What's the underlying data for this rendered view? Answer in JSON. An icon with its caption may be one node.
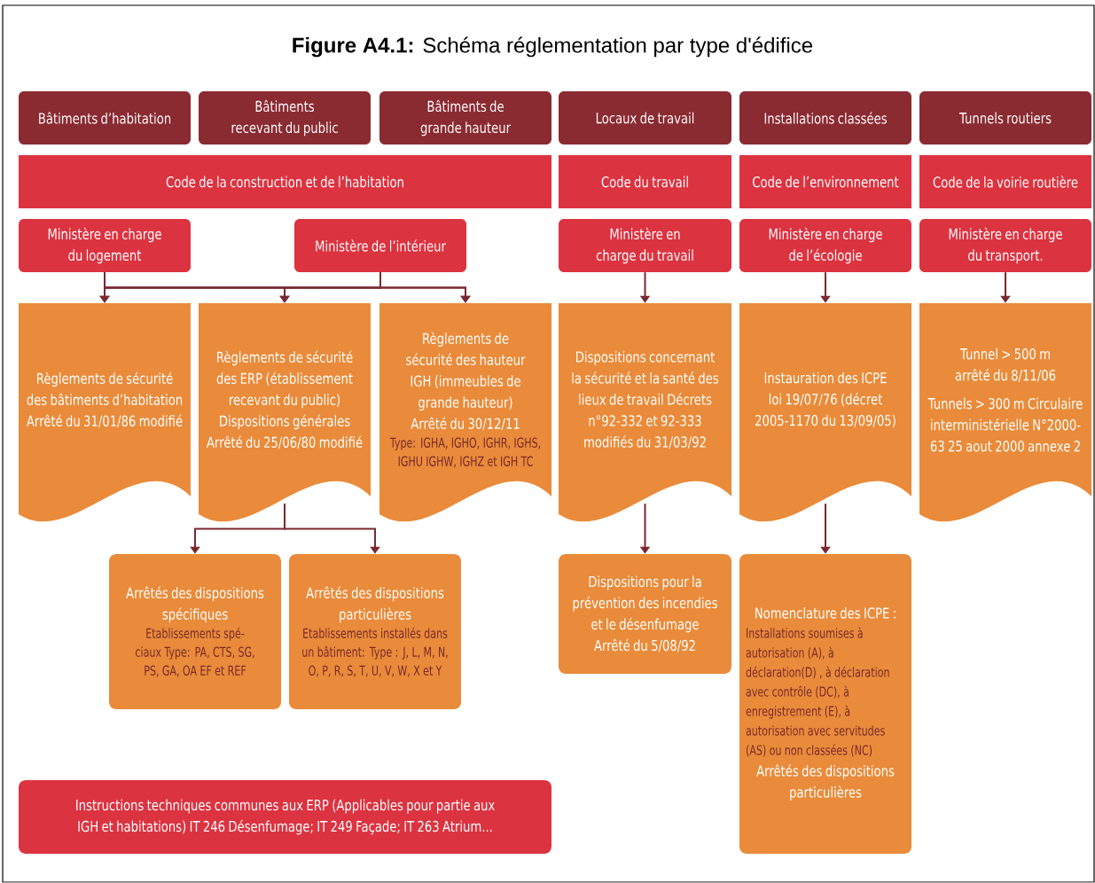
{
  "diagram": {
    "title": "**Figure A4.1:** Schéma réglementation par type d'édifice",
    "nodes": [
      {
        "text": [
          "Bâtiments d’habitation"
        ]
      },
      {
        "text": [
          "Bâtiments recevant du public"
        ]
      },
      {
        "text": [
          "Bâtiments de grande hauteur"
        ]
      },
      {
        "text": [
          "Locaux de travail"
        ]
      },
      {
        "text": [
          "Installations classées"
        ]
      },
      {
        "text": [
          "Tunnels routiers"
        ]
      },
      {
        "text": [
          "Code de la construction et de l’habitation"
        ]
      },
      {
        "text": [
          "Code du travail"
        ]
      },
      {
        "text": [
          "Code de l’environnement"
        ]
      },
      {
        "text": [
          "Code de la voirie routière"
        ]
      },
      {
        "text": [
          "Ministère en charge du logement"
        ]
      },
      {
        "text": [
          "Ministère de l’intérieur"
        ]
      },
      {
        "text": [
          "Ministère en charge du travail"
        ]
      },
      {
        "text": [
          "Ministère en charge de l’écologie"
        ]
      },
      {
        "text": [
          "Ministère en charge du transport."
        ]
      },
      {
        "text": [
          "Règlements de sécurité des bâtiments d’habitation Arrêté du 31/01/86 modifié"
        ]
      },
      {
        "text": [
          "Règlements de sécurité des ERP (établissement recevant du public) Dispositions générales Arrêté du 25/06/80 modifié"
        ]
      },
      {
        "text": [
          "Règlements de sécurité des hauteur IGH (immeubles de grande hauteur) Arrêté du 30/12/11",
          "Type: IGHA, IGHO, IGHR, IGHS, IGHU IGHW, IGHZ et IGH TC"
        ]
      },
      {
        "text": [
          "Dispositions concernant la sécurité et la santé des lieux de travail Décrets n°92-332 et 92-333 modifiés du 31/03/92"
        ]
      },
      {
        "text": [
          "Instauration des ICPE loi 19/07/76 (décret 2005-1170 du 13/09/05)"
        ]
      },
      {
        "text": [
          "Tunnel > 500 m arrêté du 8/11/06",
          "Tunnels > 300 m Circulaire interministérielle N°2000-63 25 aout 2000 annexe 2"
        ]
      },
      {
        "text": [
          "Arrêtés des dispositions spécifiques",
          "Etablissements spé-ciaux Type: PA, CTS, SG, PS, GA, OA EF et REF"
        ]
      },
      {
        "text": [
          "Arrêtés des dispositions particulières",
          "Etablissements installés dans un bâtiment: Type : J, L, M, N, O, P, R, S, T, U, V, W, X et Y"
        ]
      },
      {
        "text": [
          "Dispositions pour la prévention des incendies et le désenfumage Arrêté du 5/08/92"
        ]
      },
      {
        "text": [
          "Nomenclature des ICPE :",
          "Installations soumises à autorisation (A), à déclaration(D) , à déclaration avec contrôle (DC), à enregistrement (E), à autorisation avec servitudes (AS) ou non classées (NC)",
          "Arrêtés des dispositions particulières"
        ]
      },
      {
        "text": [
          "Instructions techniques communes aux ERP (Applicables pour partie aux IGH et habitations) IT 246 Désenfumage; IT 249 Façade; IT 263 Atrium..."
        ]
      }
    ],
    "edges": [
      {
        "from": 10,
        "to": 15,
        "arrow": "to"
      },
      {
        "from": 10,
        "to": 16,
        "arrow": "to"
      },
      {
        "from": 10,
        "to": 17,
        "arrow": "to"
      },
      {
        "from": 11,
        "to": 15,
        "arrow": "to"
      },
      {
        "from": 11,
        "to": 16,
        "arrow": "to"
      },
      {
        "from": 11,
        "to": 17,
        "arrow": "to"
      },
      {
        "from": 12,
        "to": 18,
        "arrow": "to"
      },
      {
        "from": 13,
        "to": 19,
        "arrow": "to"
      },
      {
        "from": 14,
        "to": 20,
        "arrow": "to"
      },
      {
        "from": 16,
        "to": 21,
        "arrow": "to"
      },
      {
        "from": 16,
        "to": 22,
        "arrow": "to"
      },
      {
        "from": 18,
        "to": 23,
        "arrow": "to"
      },
      {
        "from": 19,
        "to": 24,
        "arrow": "to"
      }
    ]
  }
}
